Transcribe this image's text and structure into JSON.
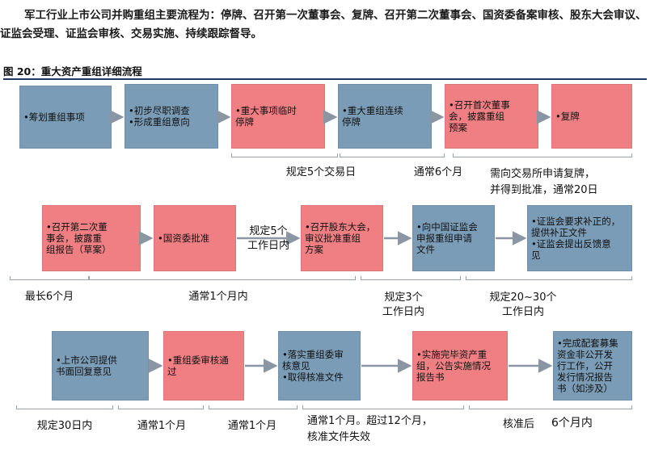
{
  "intro": "军工行业上市公司并购重组主要流程为：停牌、召开第一次董事会、复牌、召开第二次董事会、国资委备案审核、股东大会审议、证监会受理、证监会审核、交易实施、持续跟踪督导。",
  "figure_title": "图 20：重大资产重组详细流程",
  "rows": [
    {
      "boxes": [
        {
          "text": "•筹划重组事项",
          "color": "#7b9cb6"
        },
        {
          "text": "•初步尽职调查\n•形成重组意向",
          "color": "#7b9cb6"
        },
        {
          "text": "•重大事项临时\n停牌",
          "color": "#f07f84"
        },
        {
          "text": "•重大重组连续\n停牌",
          "color": "#7b9cb6"
        },
        {
          "text": "•召开首次董事\n会，披露重组\n预案",
          "color": "#f07f84"
        },
        {
          "text": "•复牌",
          "color": "#f07f84"
        }
      ],
      "arrow_labels": [],
      "notes": [
        "规定5个交易日",
        "通常6个月",
        "需向交易所申请复牌，\n并得到批准，通常20日"
      ]
    },
    {
      "boxes": [
        {
          "text": "•召开第二次董\n事会，披露重\n组报告（草案）",
          "color": "#f07f84"
        },
        {
          "text": "•国资委批准",
          "color": "#f07f84"
        },
        {
          "text": "•召开股东大会，\n审议批准重组\n方案",
          "color": "#f07f84"
        },
        {
          "text": "•向中国证监会\n申报重组申请\n文件",
          "color": "#7b9cb6"
        },
        {
          "text": "•证监会要求补正的，\n提供补正文件\n•证监会提出反馈意\n见",
          "color": "#7b9cb6"
        }
      ],
      "arrow_labels": [
        "规定5个\n工作日内"
      ],
      "notes": [
        "最长6个月",
        "通常1个月内",
        "规定3个\n工作日内",
        "规定20~30个\n工作日内"
      ]
    },
    {
      "boxes": [
        {
          "text": "•上市公司提供\n书面回复意见",
          "color": "#7b9cb6"
        },
        {
          "text": "•重组委审核通\n过",
          "color": "#f07f84"
        },
        {
          "text": "•落实重组委审\n核意见\n•取得核准文件",
          "color": "#7b9cb6"
        },
        {
          "text": "•实施完毕资产重\n组，公告实施情况\n报告书",
          "color": "#f07f84"
        },
        {
          "text": "•完成配套募集\n资金非公开发\n行工作，公开\n发行情况报告\n书（如涉及）",
          "color": "#7b9cb6"
        }
      ],
      "arrow_labels": [],
      "notes": [
        "规定30日内",
        "通常1个月",
        "通常1个月",
        "通常1个月。超过12个月，\n核准文件失效",
        "核准后",
        "6个月内"
      ]
    }
  ]
}
